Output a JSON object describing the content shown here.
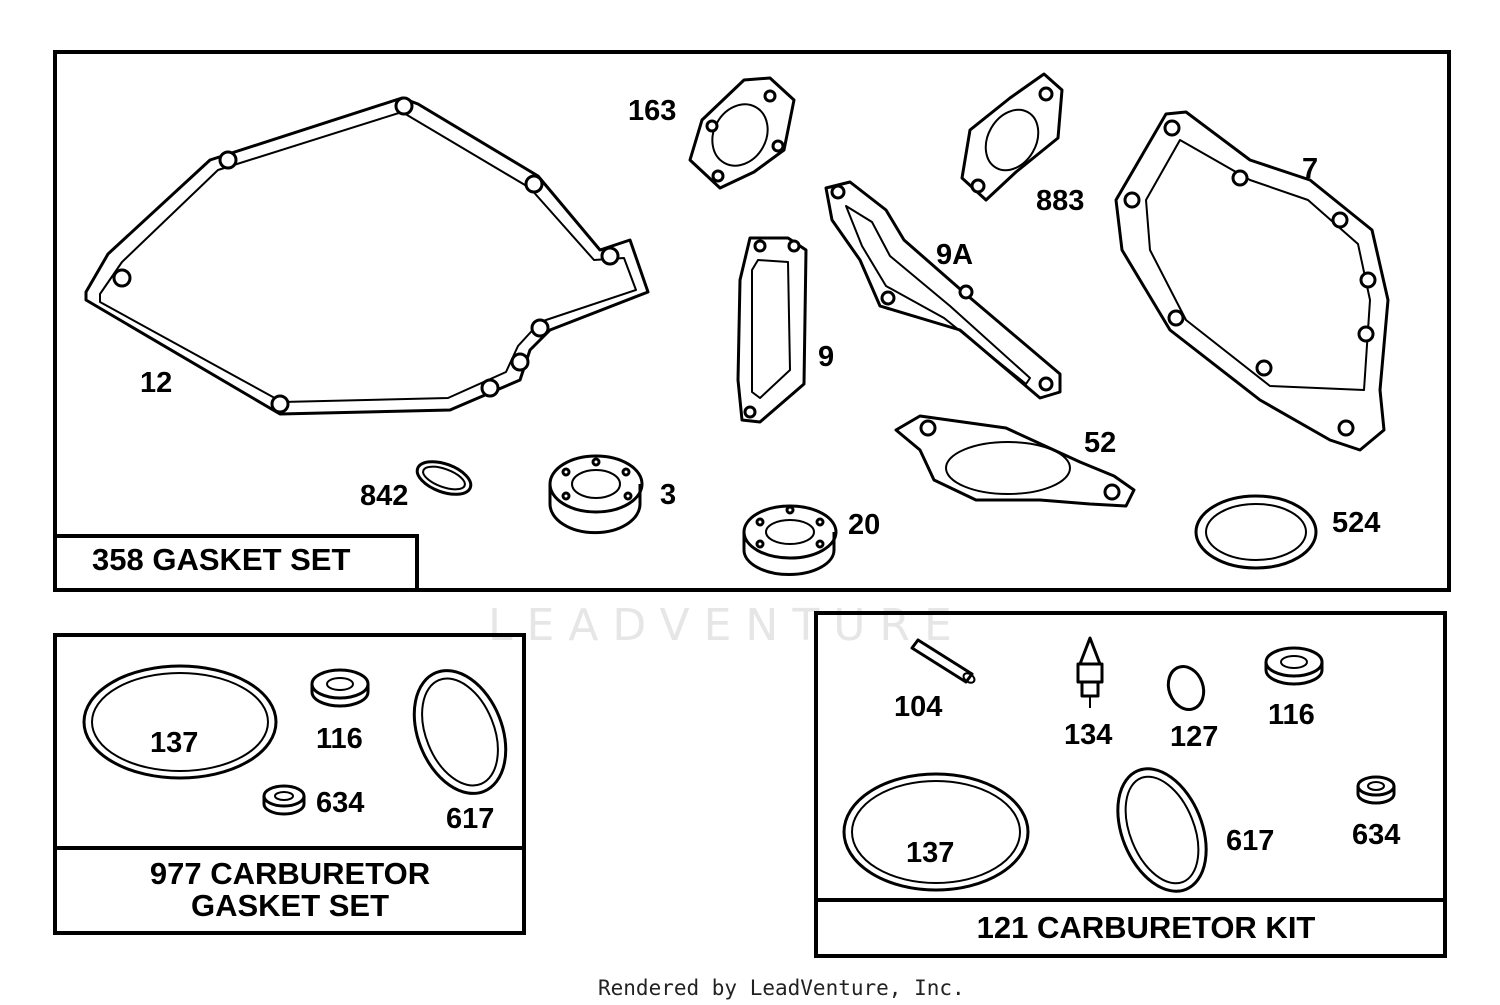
{
  "watermark": "LEADVENTURE",
  "footer": "Rendered by LeadVenture, Inc.",
  "panels": {
    "gasket_set": {
      "title": "358 GASKET SET",
      "parts": {
        "p12": "12",
        "p163": "163",
        "p883": "883",
        "p7": "7",
        "p9A": "9A",
        "p9": "9",
        "p52": "52",
        "p842": "842",
        "p3": "3",
        "p20": "20",
        "p524": "524"
      }
    },
    "carb_gasket_set": {
      "title_line1": "977 CARBURETOR",
      "title_line2": "GASKET SET",
      "parts": {
        "p137": "137",
        "p116": "116",
        "p634": "634",
        "p617": "617"
      }
    },
    "carb_kit": {
      "title": "121 CARBURETOR KIT",
      "parts": {
        "p104": "104",
        "p134": "134",
        "p127": "127",
        "p116": "116",
        "p137": "137",
        "p617": "617",
        "p634": "634"
      }
    }
  }
}
